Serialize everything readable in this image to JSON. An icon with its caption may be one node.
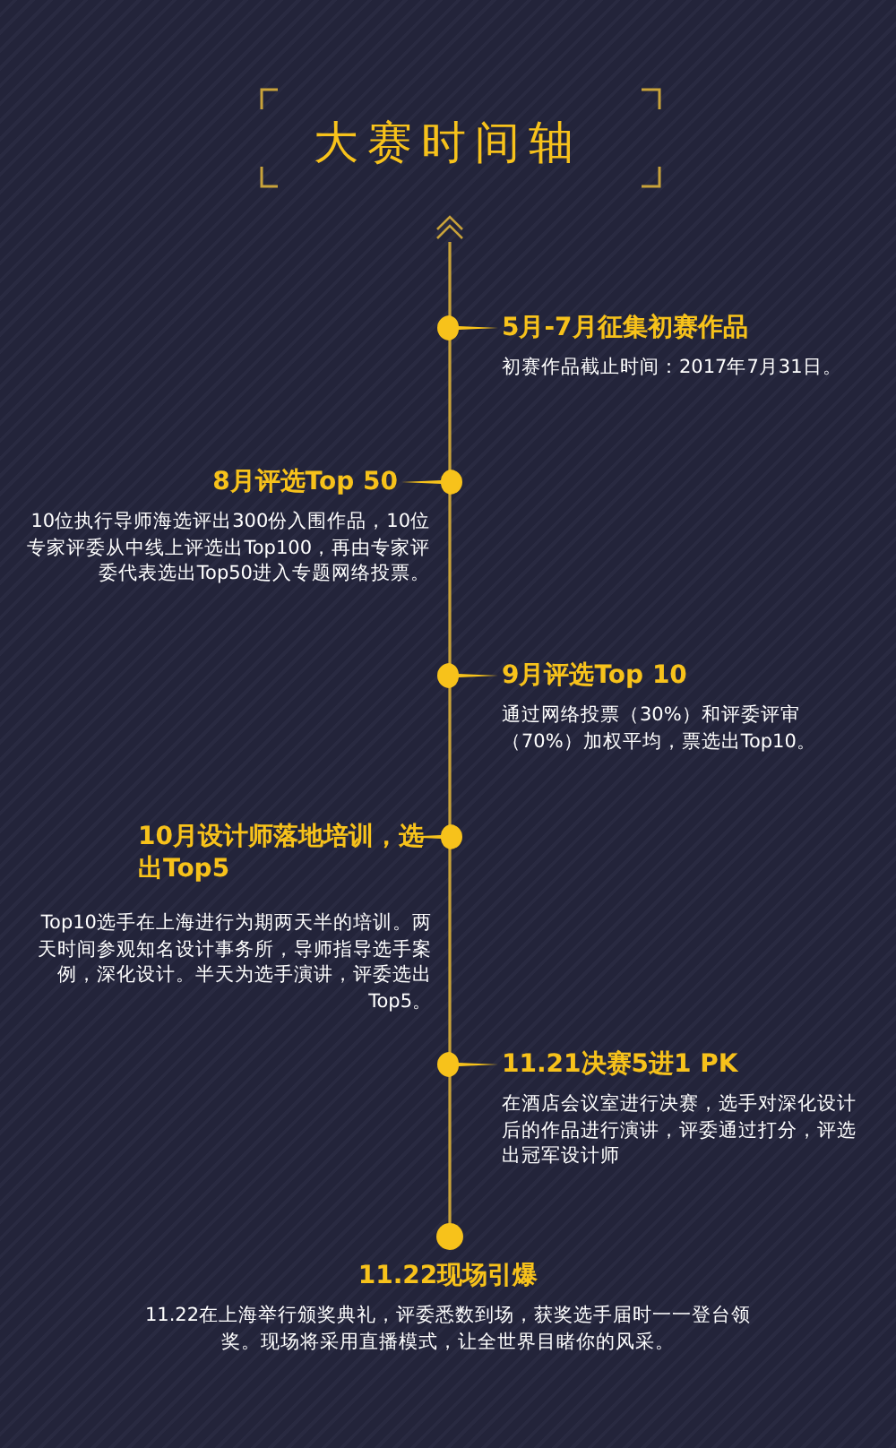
{
  "diagram": {
    "title": "大赛时间轴",
    "nodes": [
      {
        "text": [
          "5月-7月征集初赛作品",
          "初赛作品截止时间：2017年7月31日。"
        ]
      },
      {
        "text": [
          "8月评选Top 50",
          "10位执行导师海选评出300份入围作品，10位专家评委从中线上评选出Top100，再由专家评委代表选出Top50进入专题网络投票。"
        ]
      },
      {
        "text": [
          "9月评选Top 10",
          "通过网络投票（30%）和评委评审（70%）加权平均，票选出Top10。"
        ]
      },
      {
        "text": [
          "10月设计师落地培训，选出Top5",
          "Top10选手在上海进行为期两天半的培训。两天时间参观知名设计事务所，导师指导选手案例，深化设计。半天为选手演讲，评委选出Top5。"
        ]
      },
      {
        "text": [
          "11.21决赛5进1 PK",
          "在酒店会议室进行决赛，选手对深化设计后的作品进行演讲，评委通过打分，评选出冠军设计师"
        ]
      },
      {
        "text": [
          "11.22现场引爆",
          "11.22在上海举行颁奖典礼，评委悉数到场，获奖选手届时一一登台领奖。现场将采用直播模式，让全世界目睹你的风采。"
        ]
      }
    ]
  }
}
